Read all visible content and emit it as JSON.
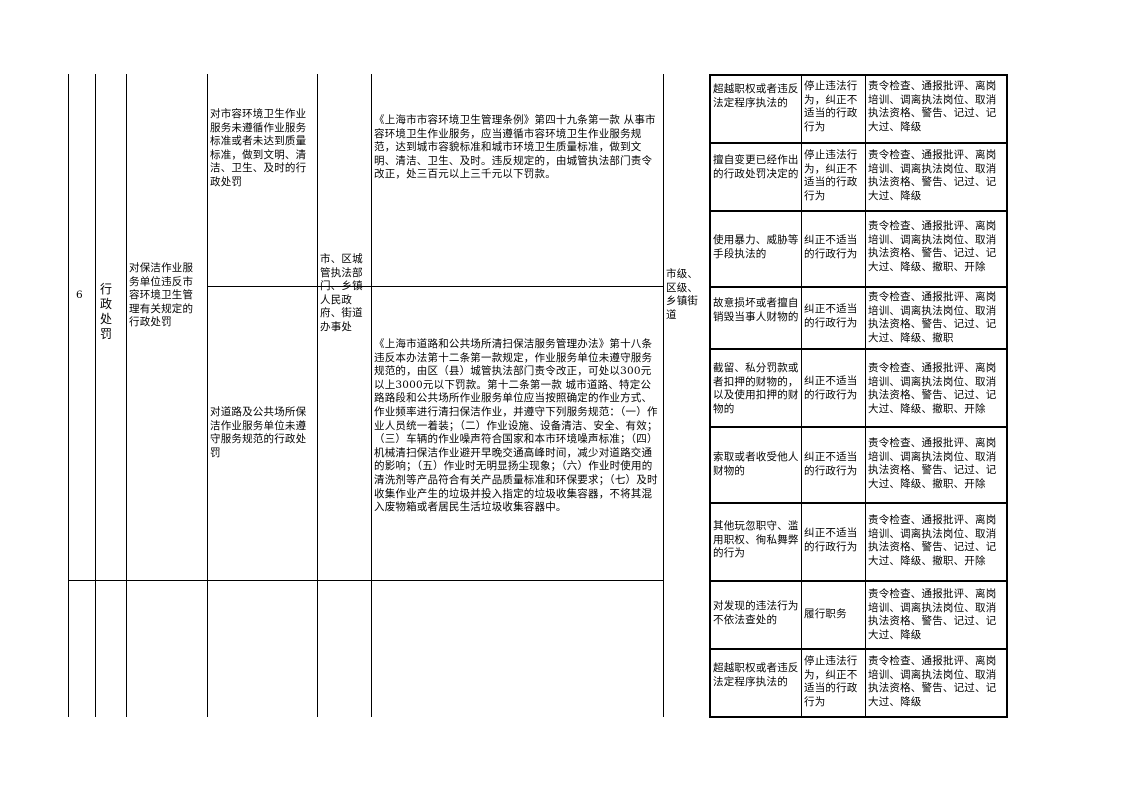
{
  "row_number": "6",
  "category": "行政处罚",
  "item_name": "对保洁作业服务单位违反市容环境卫生管理有关规定的行政处罚",
  "subitems": [
    {
      "name": "对市容环境卫生作业服务未遵循作业服务标准或者未达到质量标准，做到文明、清洁、卫生、及时的行政处罚",
      "basis": "《上海市市容环境卫生管理条例》第四十九条第一款 从事市容环境卫生作业服务，应当遵循市容环境卫生作业服务规范，达到城市容貌标准和城市环境卫生质量标准，做到文明、清洁、卫生、及时。违反规定的，由城管执法部门责令改正，处三百元以上三千元以下罚款。"
    },
    {
      "name": "对道路及公共场所保洁作业服务单位未遵守服务规范的行政处罚",
      "basis": "《上海市道路和公共场所清扫保洁服务管理办法》第十八条 违反本办法第十二条第一款规定，作业服务单位未遵守服务规范的，由区（县）城管执法部门责令改正，可处以300元以上3000元以下罚款。第十二条第一款 城市道路、特定公路路段和公共场所作业服务单位应当按照确定的作业方式、作业频率进行清扫保洁作业，并遵守下列服务规范：（一）作业人员统一着装；（二）作业设施、设备清洁、安全、有效；（三）车辆的作业噪声符合国家和本市环境噪声标准；（四）机械清扫保洁作业避开早晚交通高峰时间，减少对道路交通的影响；（五）作业时无明显扬尘现象；（六）作业时使用的清洗剂等产品符合有关产品质量标准和环保要求；（七）及时收集作业产生的垃圾并投入指定的垃圾收集容器，不将其混入废物箱或者居民生活垃圾收集容器中。"
    }
  ],
  "enforcement_body": "市、区城管执法部门、乡镇人民政府、街道办事处",
  "level": "市级、区级、乡镇街道",
  "responsibilities": [
    {
      "situation": "超越职权或者违反法定程序执法的",
      "manner": "停止违法行为，纠正不适当的行政行为",
      "measures": "责令检查、通报批评、离岗培训、调离执法岗位、取消执法资格、警告、记过、记大过、降级"
    },
    {
      "situation": "擅自变更已经作出的行政处罚决定的",
      "manner": "停止违法行为，纠正不适当的行政行为",
      "measures": "责令检查、通报批评、离岗培训、调离执法岗位、取消执法资格、警告、记过、记大过、降级"
    },
    {
      "situation": "使用暴力、威胁等手段执法的",
      "manner": "纠正不适当的行政行为",
      "measures": "责令检查、通报批评、离岗培训、调离执法岗位、取消执法资格、警告、记过、记大过、降级、撤职、开除"
    },
    {
      "situation": "故意损坏或者擅自销毁当事人财物的",
      "manner": "纠正不适当的行政行为",
      "measures": "责令检查、通报批评、离岗培训、调离执法岗位、取消执法资格、警告、记过、记大过、降级、撤职"
    },
    {
      "situation": "截留、私分罚款或者扣押的财物的，以及使用扣押的财物的",
      "manner": "纠正不适当的行政行为",
      "measures": "责令检查、通报批评、离岗培训、调离执法岗位、取消执法资格、警告、记过、记大过、降级、撤职、开除"
    },
    {
      "situation": "索取或者收受他人财物的",
      "manner": "纠正不适当的行政行为",
      "measures": "责令检查、通报批评、离岗培训、调离执法岗位、取消执法资格、警告、记过、记大过、降级、撤职、开除"
    },
    {
      "situation": "其他玩忽职守、滥用职权、徇私舞弊的行为",
      "manner": "纠正不适当的行政行为",
      "measures": "责令检查、通报批评、离岗培训、调离执法岗位、取消执法资格、警告、记过、记大过、降级、撤职、开除"
    }
  ],
  "next_row_responsibilities": [
    {
      "situation": "对发现的违法行为不依法查处的",
      "manner": "履行职务",
      "measures": "责令检查、通报批评、离岗培训、调离执法岗位、取消执法资格、警告、记过、记大过、降级"
    },
    {
      "situation": "超越职权或者违反法定程序执法的",
      "manner": "停止违法行为，纠正不适当的行政行为",
      "measures": "责令检查、通报批评、离岗培训、调离执法岗位、取消执法资格、警告、记过、记大过、降级"
    }
  ]
}
